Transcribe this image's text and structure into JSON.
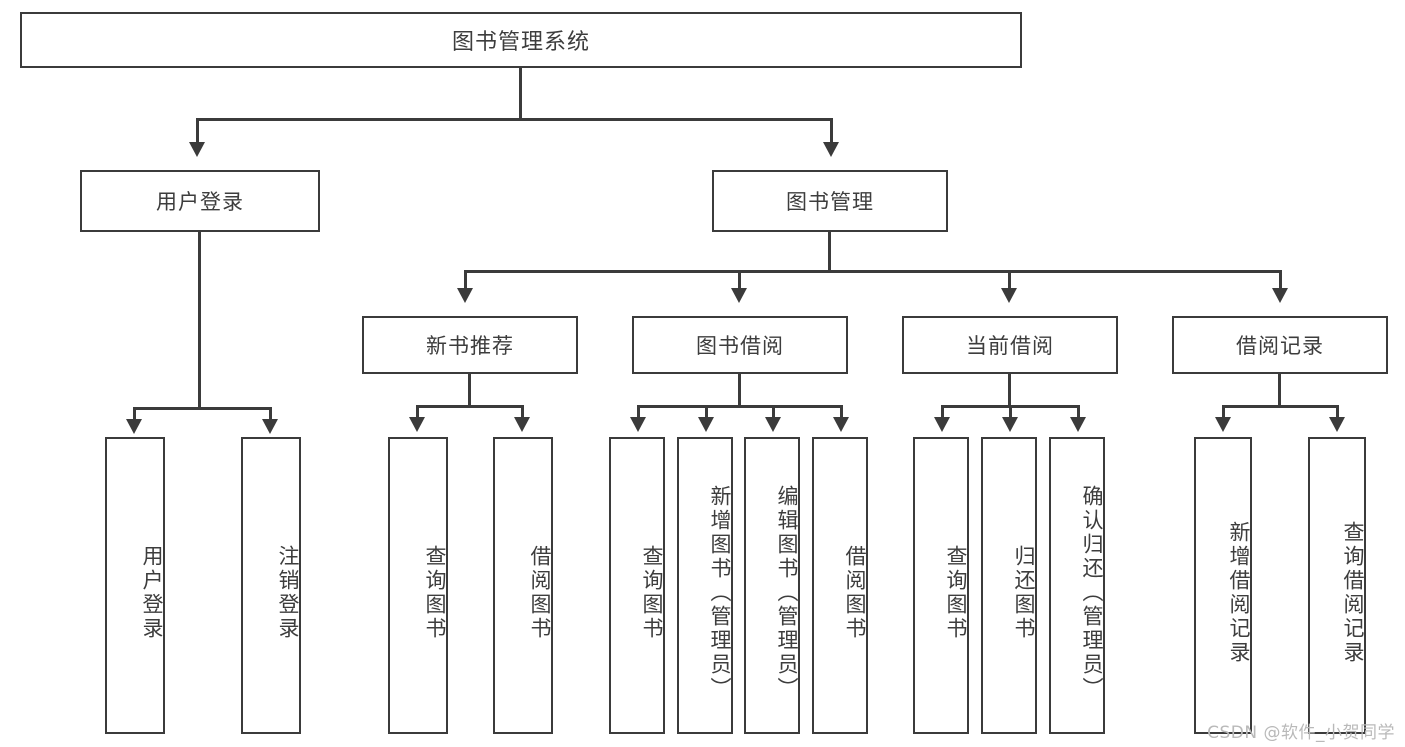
{
  "diagram": {
    "title": "图书管理系统",
    "type": "tree",
    "watermark": "CSDN @软件_小贺同学",
    "colors": {
      "border": "#3b3b3b",
      "fill": "#ffffff",
      "text": "#3d3d3d",
      "watermark": "#b9b9b9",
      "background": "#ffffff"
    },
    "levels": {
      "level1": {
        "label": "图书管理系统"
      },
      "level2": [
        {
          "label": "用户登录"
        },
        {
          "label": "图书管理"
        }
      ],
      "level3": [
        {
          "label": "新书推荐"
        },
        {
          "label": "图书借阅"
        },
        {
          "label": "当前借阅"
        },
        {
          "label": "借阅记录"
        }
      ],
      "level4": [
        {
          "label": "用户登录",
          "parent": "用户登录"
        },
        {
          "label": "注销登录",
          "parent": "用户登录"
        },
        {
          "label": "查询图书",
          "parent": "新书推荐"
        },
        {
          "label": "借阅图书",
          "parent": "新书推荐"
        },
        {
          "label": "查询图书",
          "parent": "图书借阅"
        },
        {
          "label": "新增图书（管理员）",
          "parent": "图书借阅"
        },
        {
          "label": "编辑图书（管理员）",
          "parent": "图书借阅"
        },
        {
          "label": "借阅图书",
          "parent": "图书借阅"
        },
        {
          "label": "查询图书",
          "parent": "当前借阅"
        },
        {
          "label": "归还图书",
          "parent": "当前借阅"
        },
        {
          "label": "确认归还（管理员）",
          "parent": "当前借阅"
        },
        {
          "label": "新增借阅记录",
          "parent": "借阅记录"
        },
        {
          "label": "查询借阅记录",
          "parent": "借阅记录"
        }
      ]
    }
  }
}
